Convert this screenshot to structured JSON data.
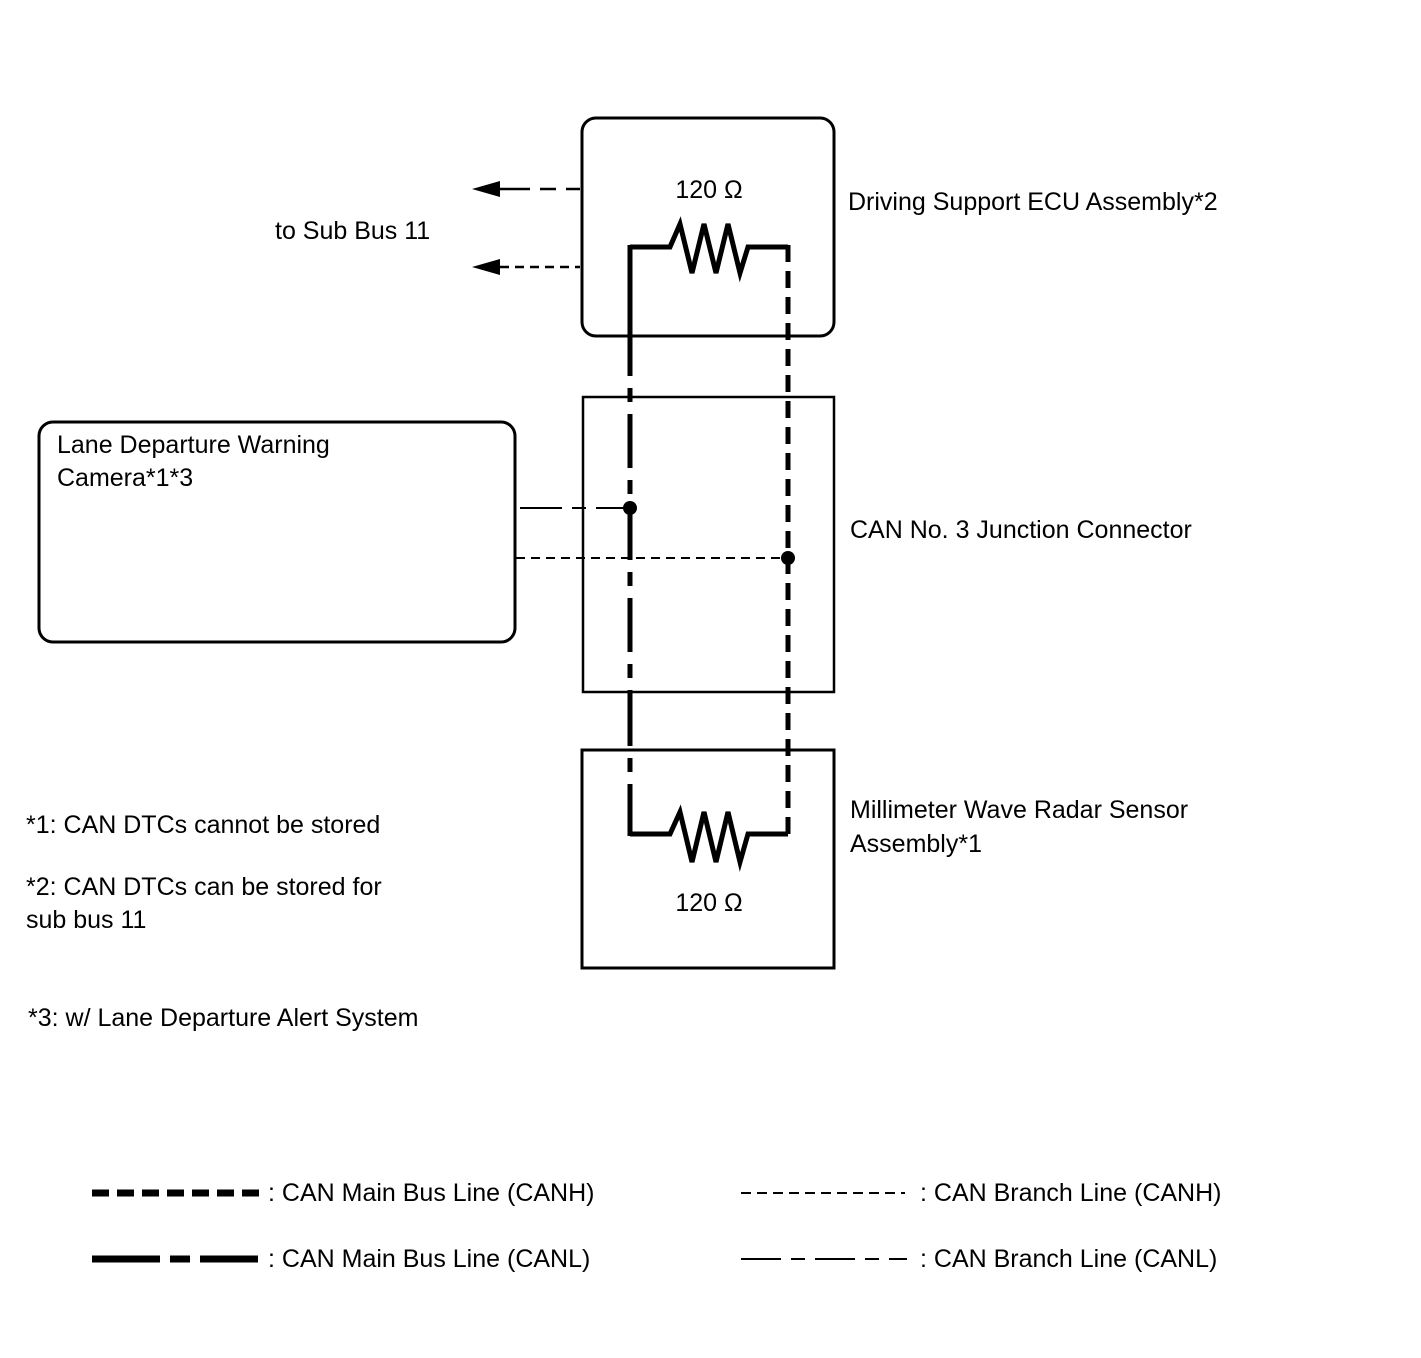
{
  "components": {
    "driving_support_ecu": {
      "label": "Driving Support ECU Assembly*2",
      "resistance": "120 Ω"
    },
    "junction_connector": {
      "label": "CAN No. 3 Junction Connector"
    },
    "radar_sensor": {
      "label_line1": "Millimeter Wave Radar Sensor",
      "label_line2": "Assembly*1",
      "resistance": "120 Ω"
    },
    "lane_camera": {
      "label_line1": "Lane Departure Warning",
      "label_line2": "Camera*1*3"
    }
  },
  "sub_bus_label": "to Sub Bus 11",
  "notes": {
    "note1": "*1: CAN DTCs cannot be stored",
    "note2_line1": "*2: CAN DTCs can be stored for",
    "note2_line2": "sub bus 11",
    "note3": "*3: w/ Lane Departure Alert System"
  },
  "legend": {
    "main_canh": ": CAN Main Bus Line (CANH)",
    "main_canl": ": CAN Main Bus Line (CANL)",
    "branch_canh": ": CAN Branch Line (CANH)",
    "branch_canl": ": CAN Branch Line (CANL)"
  }
}
